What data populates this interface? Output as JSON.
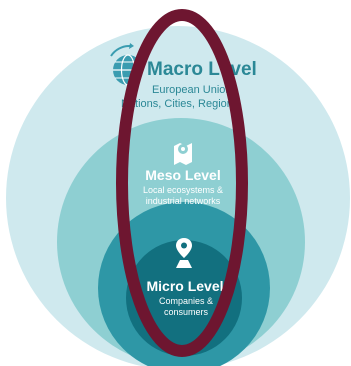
{
  "macro": {
    "title": "Macro Level",
    "line1": "European Union",
    "line2": "Nations, Cities, Regions"
  },
  "meso": {
    "title": "Meso Level",
    "line1": "Local ecosystems &",
    "line2": "industrial networks"
  },
  "micro": {
    "title": "Micro Level",
    "line1": "Companies &",
    "line2": "consumers"
  },
  "colors": {
    "macro_fill": "#cfe9ee",
    "meso_fill": "#8ecfd2",
    "micro_fill": "#2e97a6",
    "micro_core": "#12707f",
    "oval_stroke": "#6e1630",
    "title_text": "#2b8896",
    "light_text": "#ffffff"
  },
  "icons": {
    "macro": "globe-icon",
    "meso": "map-pin-icon",
    "micro": "location-pin-icon"
  }
}
